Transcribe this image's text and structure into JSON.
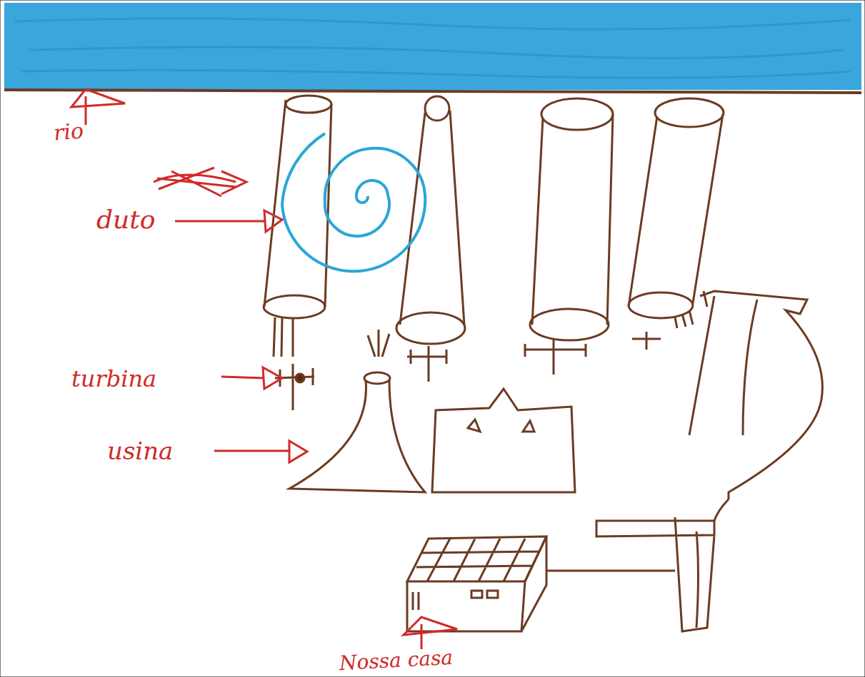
{
  "diagram": {
    "labels": [
      "rio",
      "duto",
      "turbina",
      "usina",
      "Nossa casa"
    ]
  }
}
